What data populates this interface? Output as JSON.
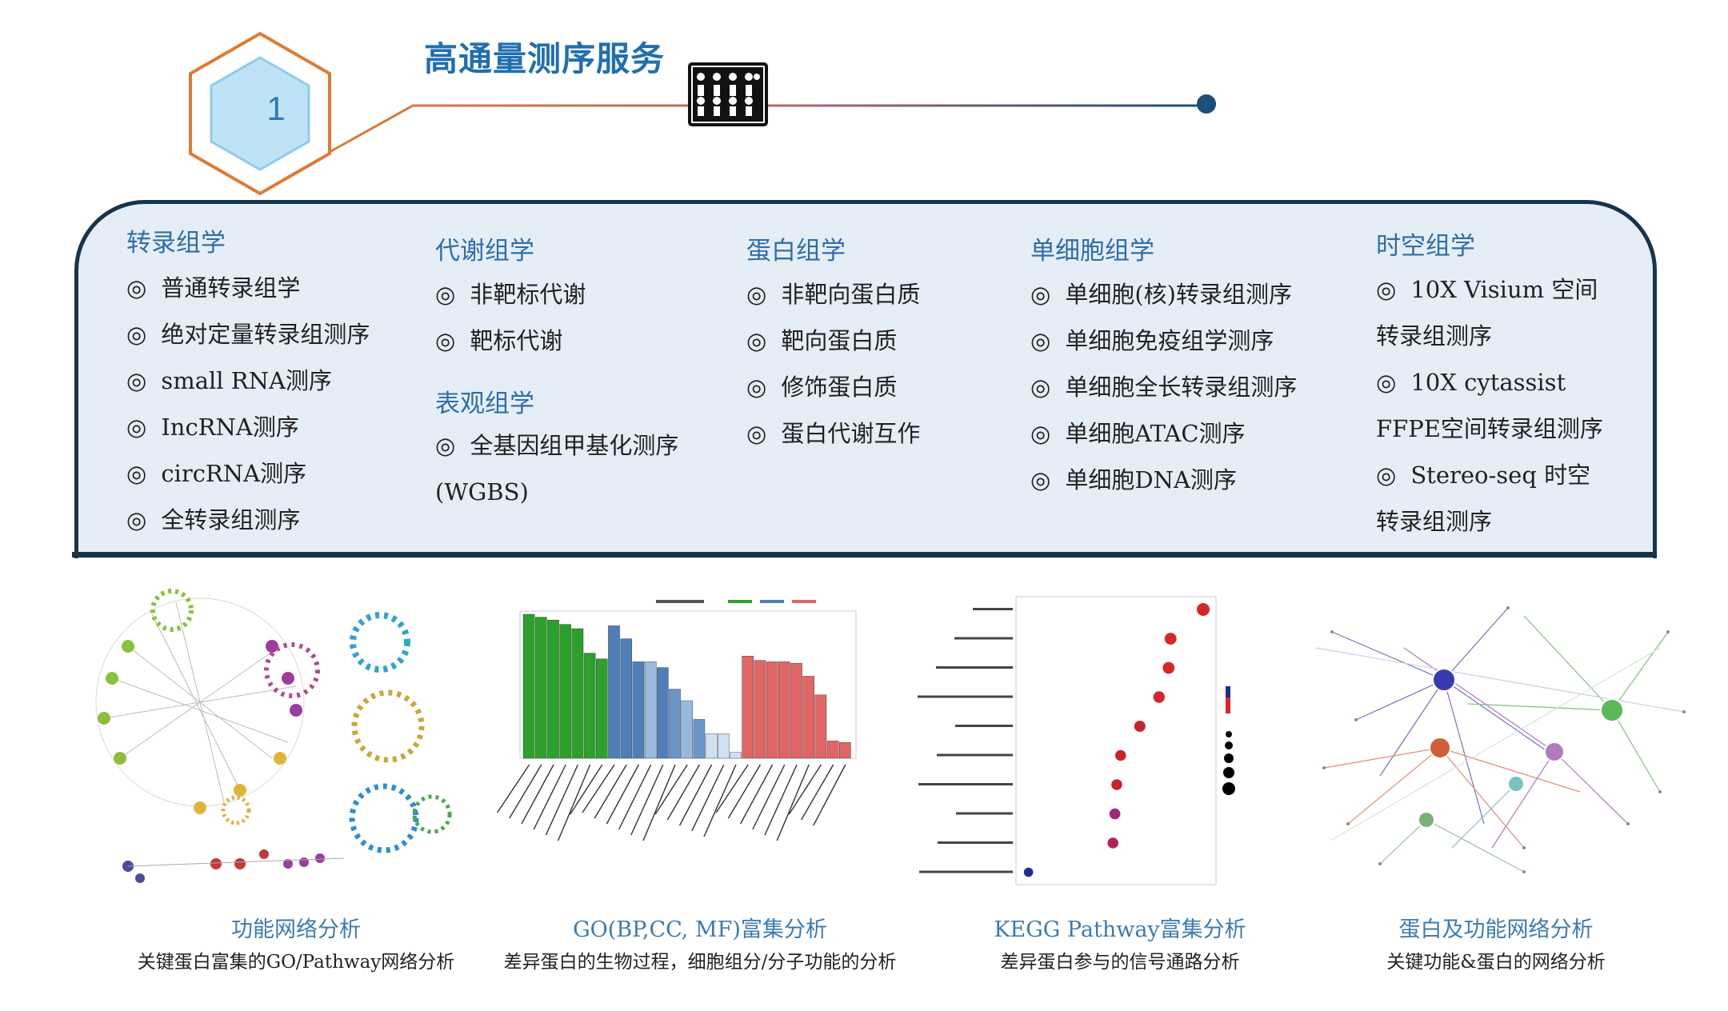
{
  "header": {
    "step_number": "1",
    "title": "高通量测序服务",
    "colors": {
      "hex_outer": "#e07a33",
      "hex_inner": "#bfe3f6",
      "line_start": "#e07a33",
      "line_end": "#1b4f7a"
    }
  },
  "categories": [
    {
      "title": "转录组学",
      "items": [
        "普通转录组学",
        "绝对定量转录组测序",
        "small RNA测序",
        "IncRNA测序",
        "circRNA测序",
        "全转录组测序"
      ]
    },
    {
      "title": "代谢组学",
      "items": [
        "非靶标代谢",
        "靶标代谢"
      ],
      "subtitle": "表观组学",
      "sub_items": [
        "全基因组甲基化测序"
      ],
      "sub_tail": "(WGBS)"
    },
    {
      "title": "蛋白组学",
      "items": [
        "非靶向蛋白质",
        "靶向蛋白质",
        "修饰蛋白质",
        "蛋白代谢互作"
      ]
    },
    {
      "title": "单细胞组学",
      "items": [
        "单细胞(核)转录组测序",
        "单细胞免疫组学测序",
        "单细胞全长转录组测序",
        "单细胞ATAC测序",
        "单细胞DNA测序"
      ]
    },
    {
      "title": "时空组学",
      "lines": [
        "10X Visium 空间",
        "转录组测序",
        "10X cytassist",
        "FFPE空间转录组测序",
        "Stereo-seq 时空",
        "转录组测序"
      ]
    }
  ],
  "bullet": "◎",
  "figures": [
    {
      "title": "功能网络分析",
      "subtitle": "关键蛋白富集的GO/Pathway网络分析"
    },
    {
      "title": "GO(BP,CC, MF)富集分析",
      "subtitle": "差异蛋白的生物过程，细胞组分/分子功能的分析"
    },
    {
      "title": "KEGG Pathway富集分析",
      "subtitle": "差异蛋白参与的信号通路分析"
    },
    {
      "title": "蛋白及功能网络分析",
      "subtitle": "关键功能&蛋白的网络分析"
    }
  ],
  "go_chart": {
    "colors": [
      "#2ca02c",
      "#4f7fb8",
      "#e06666"
    ],
    "bp_values": [
      100,
      98,
      96,
      93,
      90,
      73,
      69
    ],
    "cc_values": [
      92,
      83,
      67,
      67,
      63,
      48,
      40,
      27,
      17,
      17,
      4
    ],
    "mf_values": [
      71,
      68,
      67,
      67,
      66,
      57,
      44,
      12,
      11
    ]
  },
  "kegg_chart": {
    "points": [
      {
        "x": 0.95,
        "color": "#d62728",
        "size": 1.0
      },
      {
        "x": 0.78,
        "color": "#d62728",
        "size": 0.85
      },
      {
        "x": 0.77,
        "color": "#d62728",
        "size": 0.85
      },
      {
        "x": 0.72,
        "color": "#d62728",
        "size": 0.8
      },
      {
        "x": 0.62,
        "color": "#c8232c",
        "size": 0.75
      },
      {
        "x": 0.52,
        "color": "#c8232c",
        "size": 0.7
      },
      {
        "x": 0.5,
        "color": "#c8232c",
        "size": 0.7
      },
      {
        "x": 0.49,
        "color": "#a4267a",
        "size": 0.7
      },
      {
        "x": 0.48,
        "color": "#b1245b",
        "size": 0.7
      },
      {
        "x": 0.04,
        "color": "#1f2e8c",
        "size": 0.45
      }
    ]
  }
}
